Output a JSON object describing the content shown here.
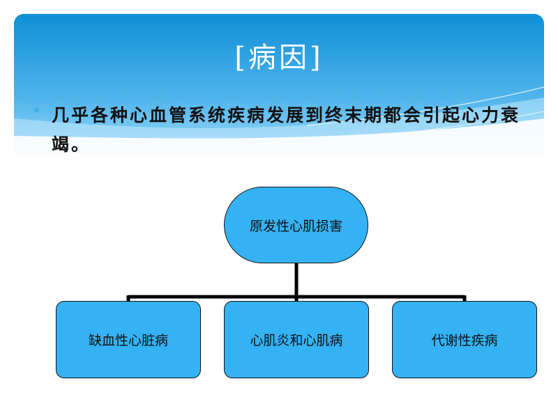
{
  "slide": {
    "title": "[病因]",
    "bullet": {
      "marker": "*",
      "text": "几乎各种心血管系统疾病发展到终末期都会引起心力衰竭。"
    }
  },
  "diagram": {
    "root": {
      "label": "原发性心肌损害"
    },
    "children": [
      {
        "label": "缺血性心脏病"
      },
      {
        "label": "心肌炎和心肌病"
      },
      {
        "label": "代谢性疾病"
      }
    ]
  },
  "colors": {
    "header_top": "#0f8fd6",
    "header_bottom": "#8fd3f7",
    "node_fill": "#35b2f4",
    "connector": "#000000",
    "bullet_marker": "#2aa8dd"
  }
}
